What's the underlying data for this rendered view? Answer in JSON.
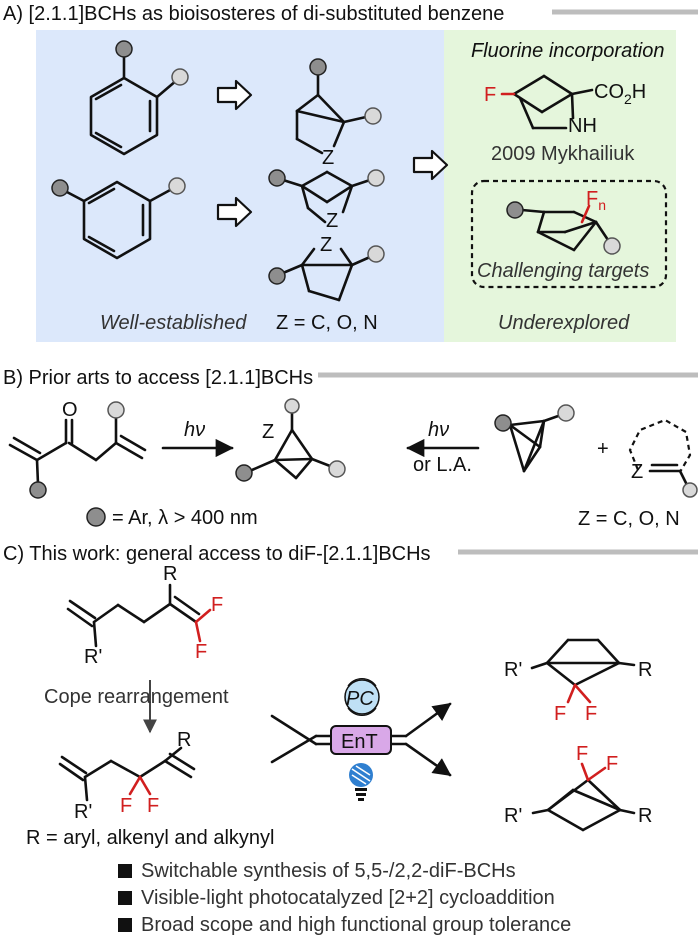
{
  "section_a": {
    "heading": "A) [2.1.1]BCHs as bioisosteres of di-substituted benzene",
    "left_caption": "Well-established",
    "z_label": "Z = C, O, N",
    "atom_z": "Z",
    "right_title": "Fluorine incorporation",
    "f_atom": "F",
    "co2h_main": "CO",
    "co2h_sub": "2",
    "co2h_end": "H",
    "nh": "NH",
    "citation": "2009 Mykhailiuk",
    "fn_main": "F",
    "fn_sub": "n",
    "challenging": "Challenging targets",
    "right_caption": "Underexplored",
    "colors": {
      "left_panel": "#dce8fb",
      "right_panel": "#e5f6dc",
      "fluorine": "#d11f1f"
    }
  },
  "section_b": {
    "heading": "B) Prior arts to access [2.1.1]BCHs",
    "oxygen": "O",
    "hv_left": "hν",
    "hv_right": "hν",
    "or_la": "or L.A.",
    "zi": "Z",
    "plus": "+",
    "z_atom": "Z",
    "ar_legend": "= Ar, λ > 400 nm",
    "z_label": "Z = C, O, N"
  },
  "section_c": {
    "heading": "C) This work: general access to diF-[2.1.1]BCHs",
    "r_top": "R",
    "f1": "F",
    "f2": "F",
    "r_prime_top": "R'",
    "cope": "Cope rearrangement",
    "r_mid": "R",
    "r_prime_mid": "R'",
    "f3": "F",
    "f4": "F",
    "r_definition": "R = aryl, alkenyl and alkynyl",
    "pc": "PC",
    "ent": "EnT",
    "prod1_rp": "R'",
    "prod1_r": "R",
    "prod1_f1": "F",
    "prod1_f2": "F",
    "prod2_f1": "F",
    "prod2_f2": "F",
    "prod2_rp": "R'",
    "prod2_r": "R",
    "bullets": [
      "Switchable synthesis of 5,5-/2,2-diF-BCHs",
      "Visible-light photocatalyzed [2+2] cycloaddition",
      "Broad scope and high functional group tolerance"
    ],
    "colors": {
      "ent_box": "#d9a8e8",
      "pc_circle": "#bfe0f5",
      "bulb": "#2f7fd0"
    }
  }
}
